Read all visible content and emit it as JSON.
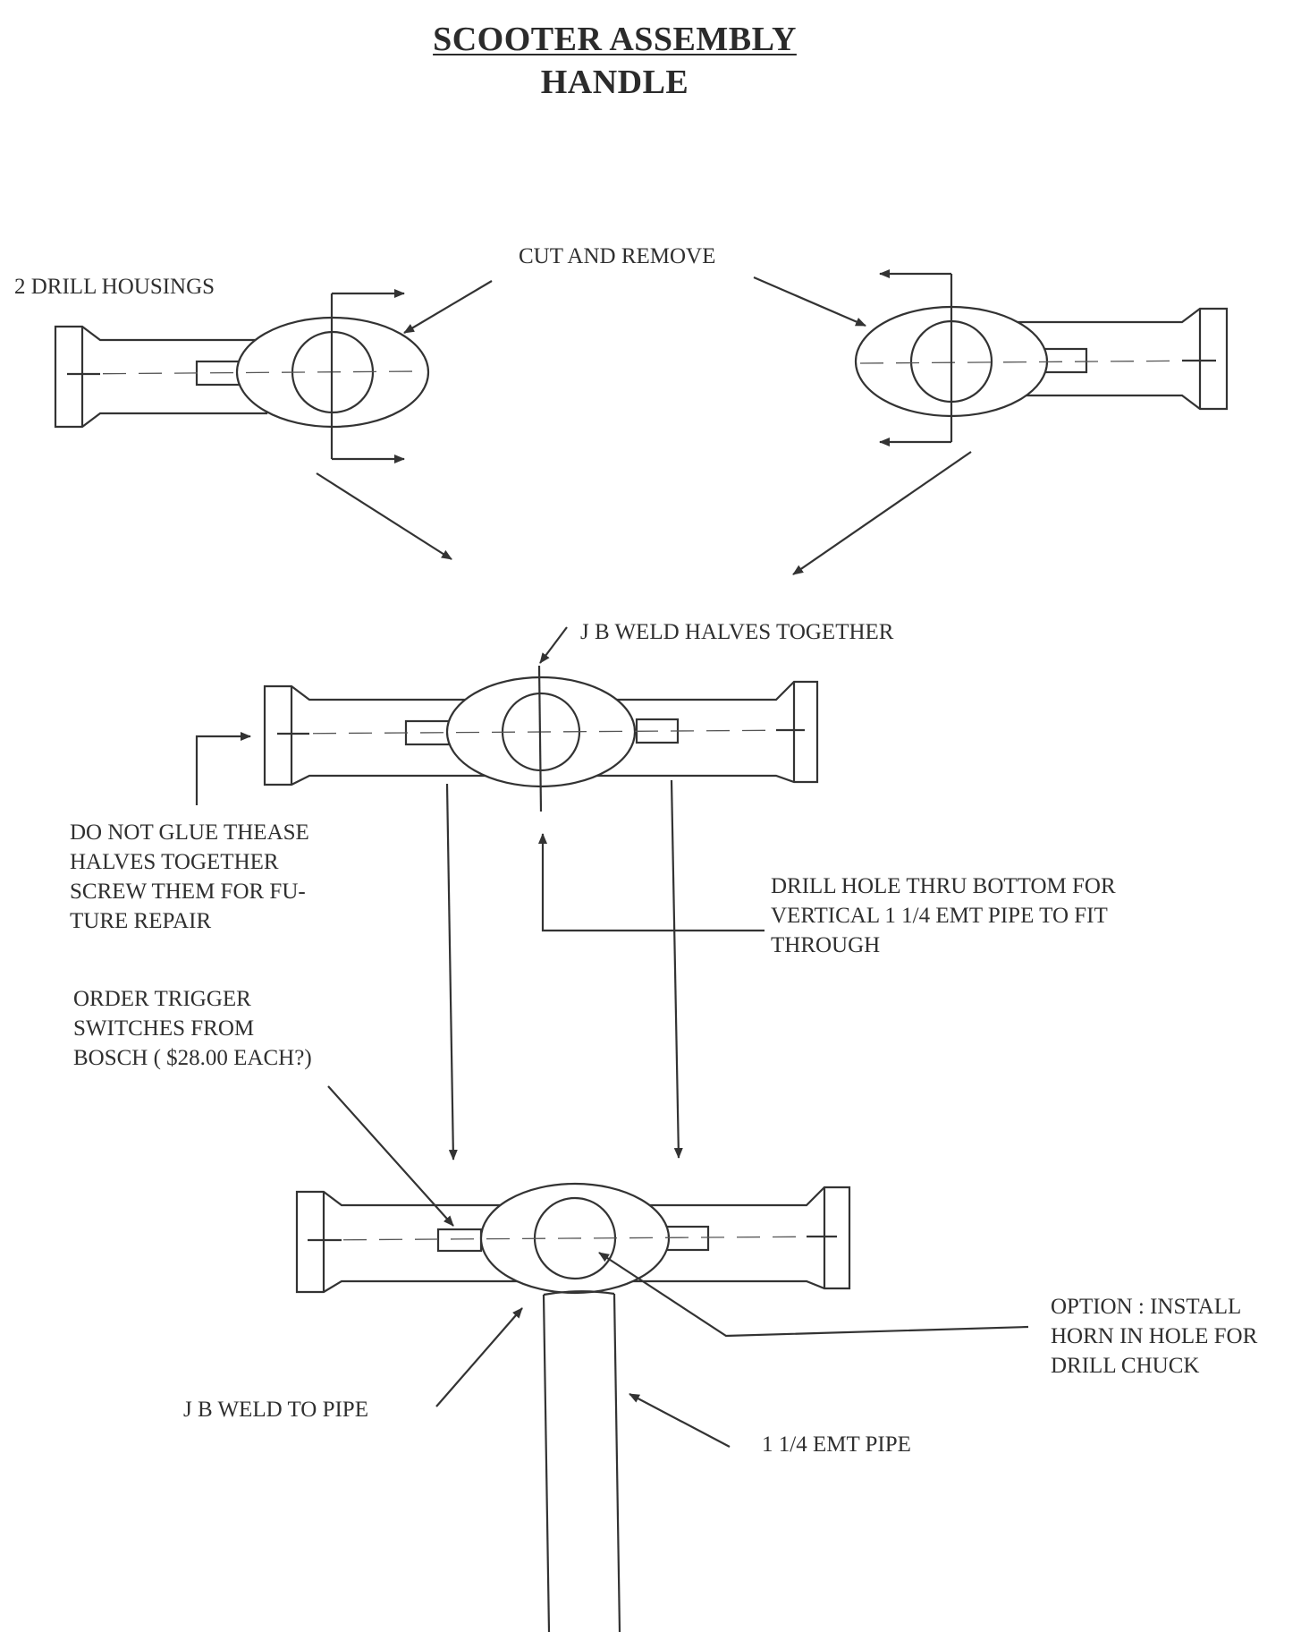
{
  "title": {
    "line1": "SCOOTER ASSEMBLY",
    "line2": "HANDLE"
  },
  "labels": {
    "drill_housings": "2 DRILL HOUSINGS",
    "cut_and_remove": "CUT AND REMOVE",
    "jb_weld_halves": "J B WELD HALVES TOGETHER",
    "do_not_glue": [
      "DO NOT GLUE THEASE",
      "HALVES TOGETHER",
      "SCREW THEM FOR FU-",
      "TURE REPAIR"
    ],
    "drill_hole": [
      "DRILL HOLE THRU BOTTOM FOR",
      "VERTICAL 1 1/4 EMT PIPE TO FIT",
      "THROUGH"
    ],
    "order_trigger": [
      "ORDER TRIGGER",
      "SWITCHES FROM",
      "BOSCH ( $28.00 EACH?)"
    ],
    "option_horn": [
      "OPTION : INSTALL",
      "HORN IN HOLE FOR",
      "DRILL CHUCK"
    ],
    "jb_weld_pipe": "J B WELD TO PIPE",
    "emt_pipe": "1 1/4 EMT PIPE"
  }
}
